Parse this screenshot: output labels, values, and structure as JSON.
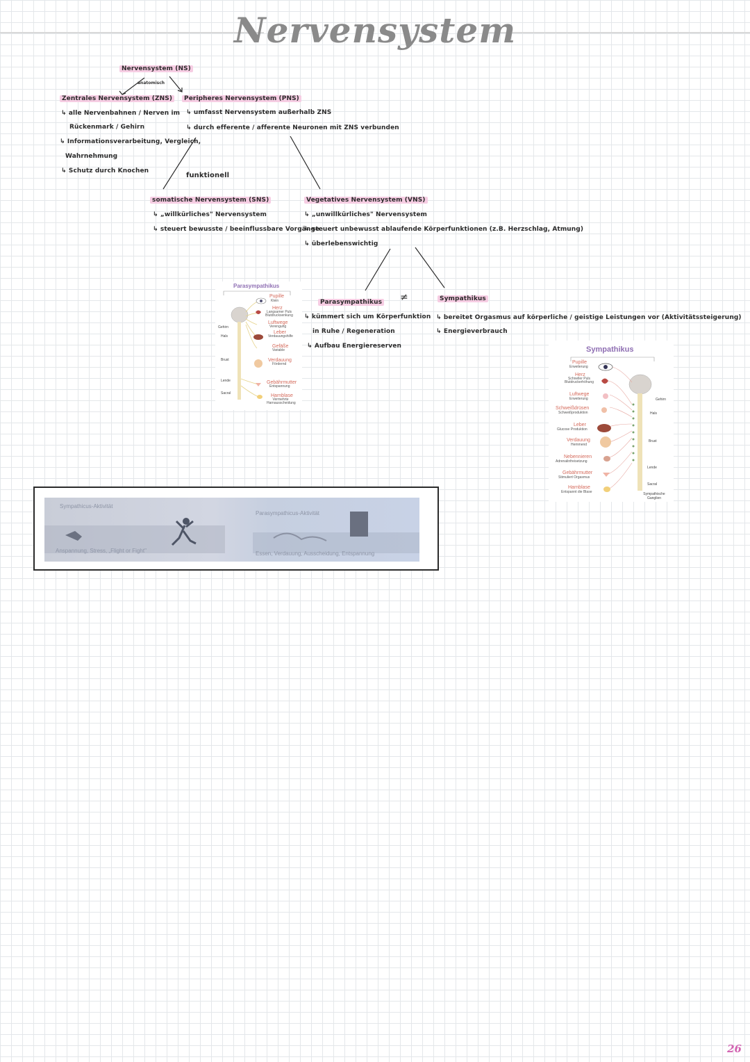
{
  "title": "Nervensystem",
  "page_number": "26",
  "tree": {
    "root": "Nervensystem (NS)",
    "split_label": "anatomisch",
    "zns": {
      "title": "Zentrales Nervensystem (ZNS)",
      "points": [
        "↳ alle Nervenbahnen / Nerven im",
        "Rückenmark / Gehirn",
        "↳ Informationsverarbeitung, Vergleich,",
        "Wahrnehmung",
        "↳ Schutz durch Knochen"
      ]
    },
    "pns": {
      "title": "Peripheres Nervensystem (PNS)",
      "points": [
        "↳ umfasst Nervensystem außerhalb ZNS",
        "↳ durch efferente / afferente Neuronen mit ZNS verbunden"
      ]
    },
    "functional_label": "funktionell",
    "sns": {
      "title": "somatische Nervensystem (SNS)",
      "points": [
        "↳ „willkürliches\" Nervensystem",
        "↳ steuert bewusste / beeinflussbare Vorgänge"
      ]
    },
    "vns": {
      "title": "Vegetatives Nervensystem (VNS)",
      "points": [
        "↳ „unwillkürliches\" Nervensystem",
        "↳ steuert unbewusst ablaufende Körperfunktionen (z.B. Herzschlag, Atmung)",
        "↳ überlebenswichtig"
      ]
    },
    "not_equal": "≠",
    "parasympathikus": {
      "title": "Parasympathikus",
      "points": [
        "↳ kümmert sich um Körperfunktion",
        "in Ruhe / Regeneration",
        "↳ Aufbau Energiereserven"
      ]
    },
    "sympathikus": {
      "title": "Sympathikus",
      "points": [
        "↳ bereitet Orgasmus auf körperliche / geistige Leistungen vor (Aktivitätssteigerung)",
        "↳ Energieverbrauch"
      ]
    }
  },
  "figure_para": {
    "title": "Parasympathikus",
    "organs": [
      {
        "name": "Pupille",
        "effect": "Klein"
      },
      {
        "name": "Herz",
        "effect": "Langsamer Puls Blutdrucksenkung"
      },
      {
        "name": "Luftwege",
        "effect": "Verengung"
      },
      {
        "name": "Leber",
        "effect": "Verdauungshilfe"
      },
      {
        "name": "Gefäße",
        "effect": "Variable"
      },
      {
        "name": "Verdauung",
        "effect": "Fördernd"
      },
      {
        "name": "Gebährmutter",
        "effect": "Entspannung"
      },
      {
        "name": "Harnblase",
        "effect": "Vermehrte Harnausscheidung"
      }
    ],
    "regions": [
      "Gehirn",
      "Hals",
      "Brust",
      "Lende",
      "Sacral"
    ]
  },
  "figure_sym": {
    "title": "Sympathikus",
    "organs": [
      {
        "name": "Pupille",
        "effect": "Erweiterung"
      },
      {
        "name": "Herz",
        "effect": "Schneller Puls Blutdruckerhöhung"
      },
      {
        "name": "Luftwege",
        "effect": "Erweiterung"
      },
      {
        "name": "Schweißdrüsen",
        "effect": "Schweißproduktion"
      },
      {
        "name": "Leber",
        "effect": "Glucose Produktion"
      },
      {
        "name": "Verdauung",
        "effect": "Hemmend"
      },
      {
        "name": "Nebennieren",
        "effect": "Adrenalinfreisetzung"
      },
      {
        "name": "Gebährmutter",
        "effect": "Stimuliert Orgasmus"
      },
      {
        "name": "Harnblase",
        "effect": "Entspannt die Blase"
      }
    ],
    "regions": [
      "Gehirn",
      "Hals",
      "Brust",
      "Lende",
      "Sacral",
      "Sympathische Ganglien"
    ]
  },
  "photo": {
    "left_title": "Sympathicus-Aktivität",
    "left_caption": "Anspannung, Stress, „Flight or Fight\"",
    "right_title": "Parasympathicus-Aktivität",
    "right_caption": "Essen, Verdauung, Ausscheidung, Entspannung"
  },
  "colors": {
    "highlight": "#f6cde3",
    "title_grey": "#8a8a8a",
    "page_number": "#d263b1",
    "figure_title": "#8f6fb3",
    "organ_label": "#d4695a"
  }
}
